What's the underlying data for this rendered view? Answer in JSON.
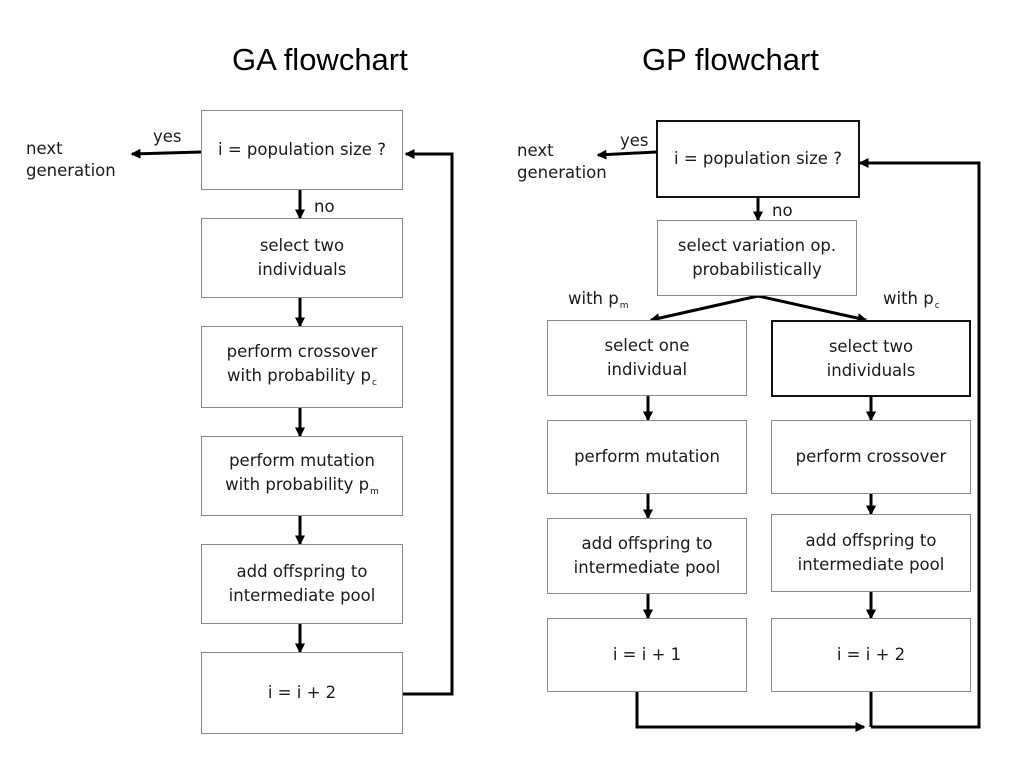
{
  "ga": {
    "title": "GA flowchart",
    "check": "i = population size ?",
    "select": "select two\nindividuals",
    "crossover": "perform crossover\nwith probability p",
    "crossover_sub": "c",
    "mutation": "perform mutation\nwith probability p",
    "mutation_sub": "m",
    "add": "add offspring to\nintermediate pool",
    "incr": "i = i + 2",
    "yes": "yes",
    "no": "no",
    "next": "next\ngeneration"
  },
  "gp": {
    "title": "GP flowchart",
    "check": "i = population size ?",
    "select_op": "select variation op.\nprobabilistically",
    "with_pm": "with p",
    "with_pm_sub": "m",
    "with_pc": "with p",
    "with_pc_sub": "c",
    "select_one": "select one\nindividual",
    "select_two": "select two\nindividuals",
    "mutation": "perform mutation",
    "crossover": "perform crossover",
    "add_left": "add offspring to\nintermediate pool",
    "add_right": "add offspring to\nintermediate pool",
    "incr_left": "i = i + 1",
    "incr_right": "i = i + 2",
    "yes": "yes",
    "no": "no",
    "next": "next\ngeneration"
  }
}
